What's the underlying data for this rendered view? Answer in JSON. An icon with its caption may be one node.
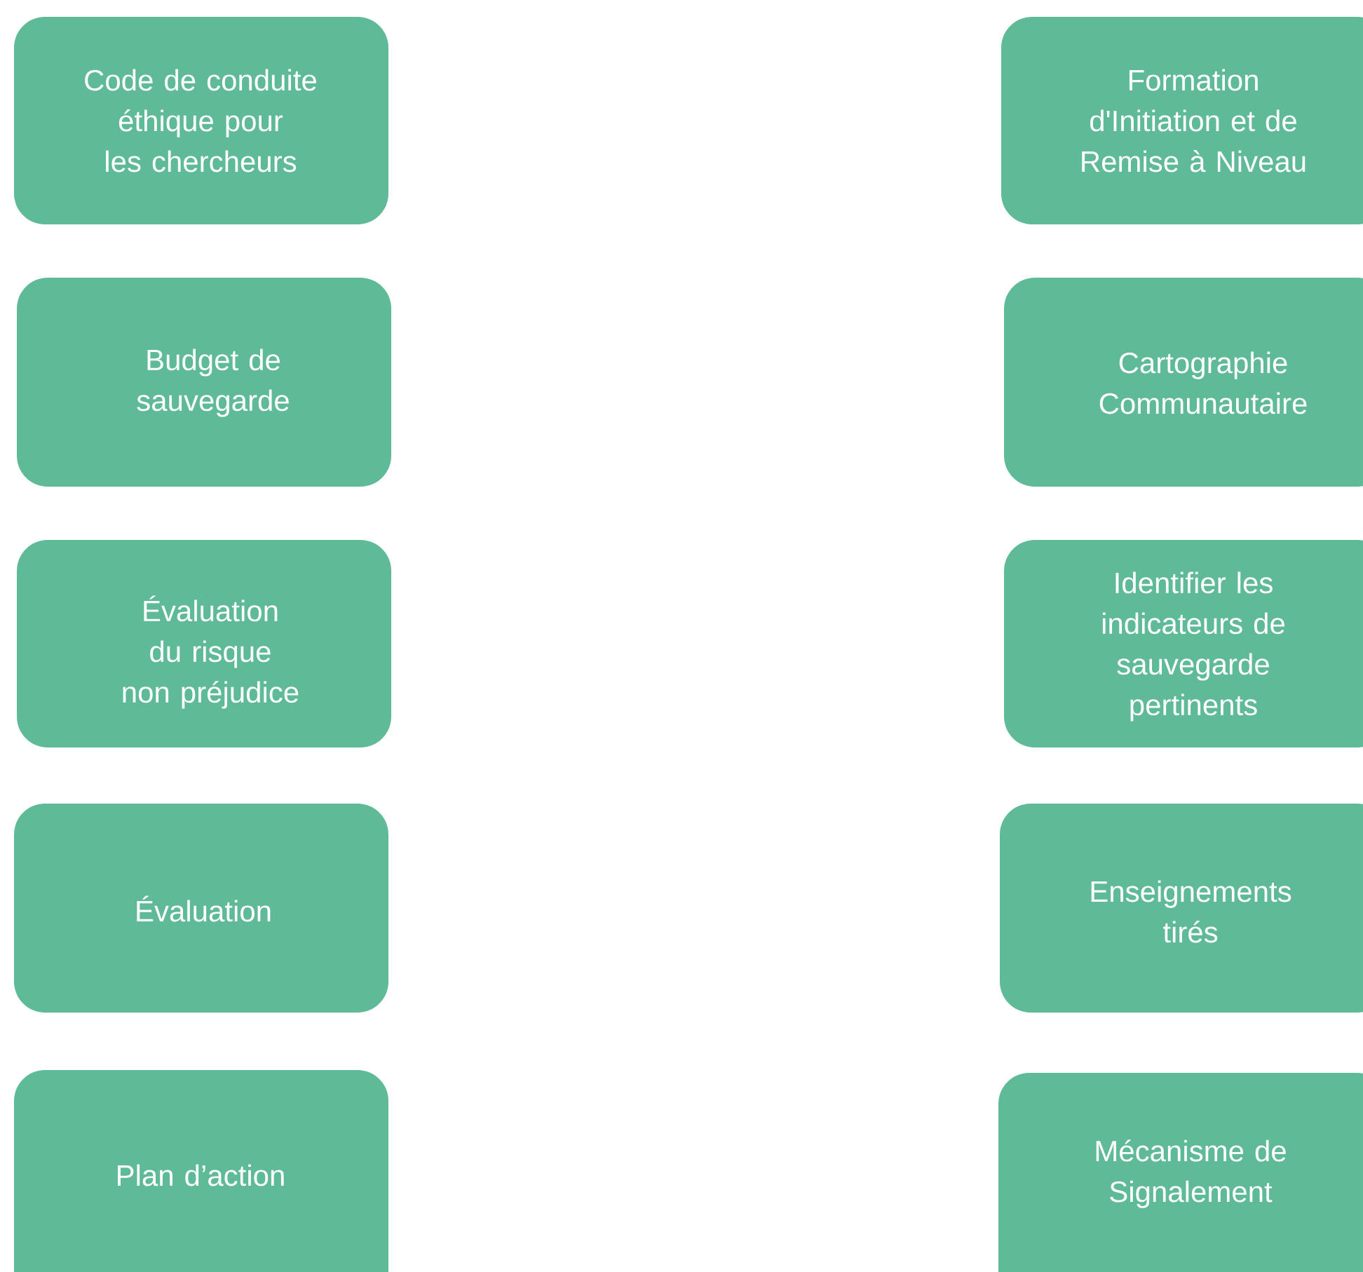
{
  "diagram": {
    "nodes": [
      {
        "text": [
          "Code de conduite éthique pour les chercheurs"
        ]
      },
      {
        "text": [
          "Formation d'Initiation et de Remise à Niveau"
        ]
      },
      {
        "text": [
          "Budget de sauvegarde"
        ]
      },
      {
        "text": [
          "Cartographie Communautaire"
        ]
      },
      {
        "text": [
          "Évaluation du risque non préjudice"
        ]
      },
      {
        "text": [
          "Identifier les indicateurs de sauvegarde pertinents"
        ]
      },
      {
        "text": [
          "Évaluation"
        ]
      },
      {
        "text": [
          "Enseignements tirés"
        ]
      },
      {
        "text": [
          "Plan d’action"
        ]
      },
      {
        "text": [
          "Mécanisme de Signalement"
        ]
      }
    ]
  }
}
